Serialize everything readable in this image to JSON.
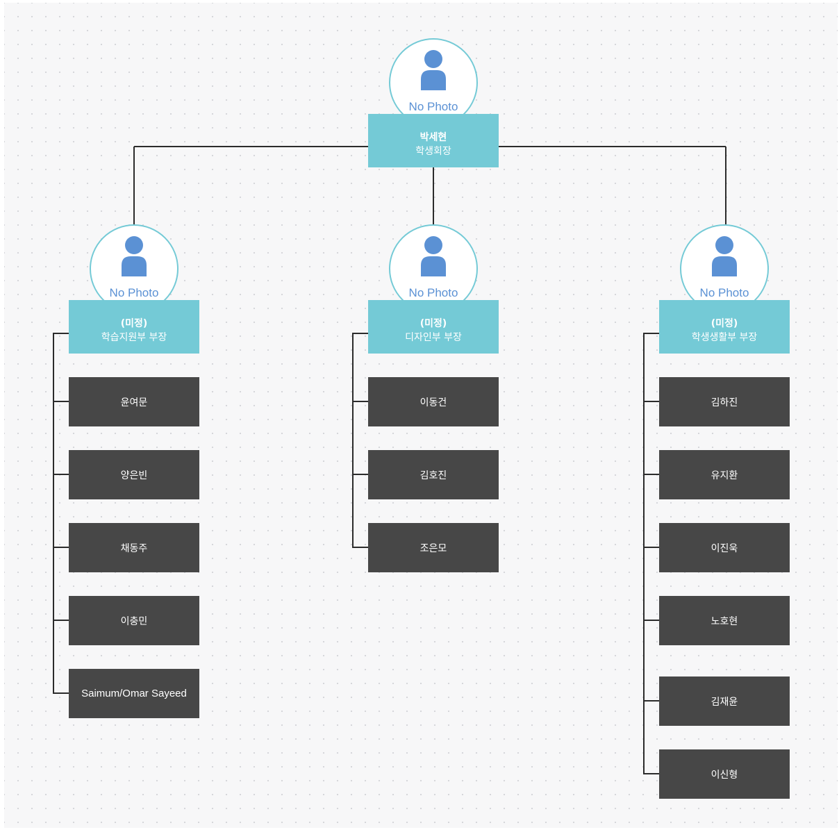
{
  "org": {
    "photo_placeholder": "No Photo",
    "top": {
      "name": "박세현",
      "role": "학생회장"
    },
    "departments": [
      {
        "name": "(미정)",
        "role": "학습지원부 부장",
        "members": [
          "윤여문",
          "양은빈",
          "채동주",
          "이충민",
          "Saimum/Omar Sayeed"
        ]
      },
      {
        "name": "(미정)",
        "role": "디자인부 부장",
        "members": [
          "이동건",
          "김호진",
          "조은모"
        ]
      },
      {
        "name": "(미정)",
        "role": "학생생활부 부장",
        "members": [
          "김하진",
          "유지환",
          "이진욱",
          "노호현",
          "김재윤",
          "이신형"
        ]
      }
    ]
  },
  "colors": {
    "title_box": "#74cad6",
    "member_box": "#474747",
    "photo_text": "#5b91d4",
    "avatar": "#5b91d4",
    "connector": "#2b2b2b"
  },
  "icons": {
    "avatar": "person-icon"
  }
}
